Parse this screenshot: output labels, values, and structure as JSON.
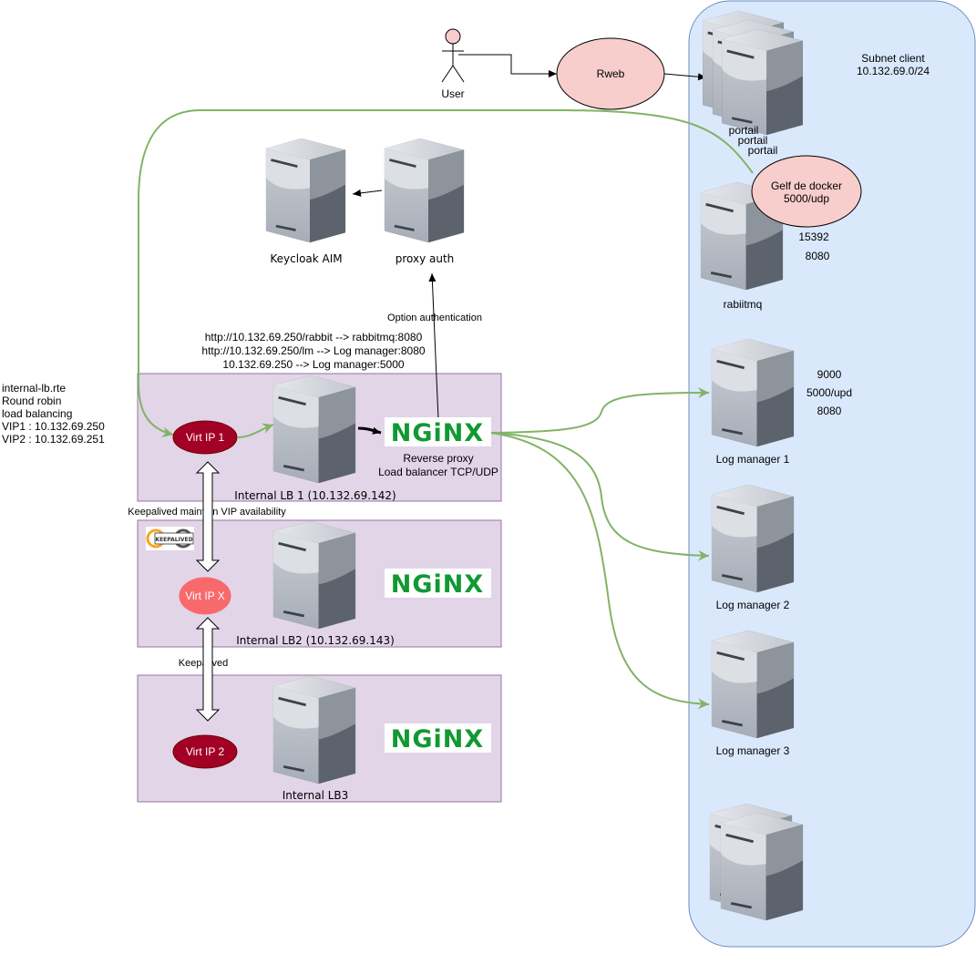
{
  "title": "",
  "user": {
    "label": "User"
  },
  "rweb": {
    "label": "Rweb"
  },
  "subnet": {
    "title": "Subnet client",
    "cidr": "10.132.69.0/24"
  },
  "portail": {
    "labels": [
      "portail",
      "portail",
      "portail"
    ]
  },
  "gelf": {
    "line1": "Gelf de docker",
    "line2": "5000/udp"
  },
  "rabbitmq": {
    "label": "rabiitmq",
    "port1": "15392",
    "port2": "8080"
  },
  "keycloak": {
    "label": "Keycloak AIM"
  },
  "proxy_auth": {
    "label": "proxy auth"
  },
  "option_auth": {
    "label": "Option authentication"
  },
  "routes": [
    "http://10.132.69.250/rabbit --> rabbitmq:8080",
    "http://10.132.69.250/lm --> Log manager:8080",
    "10.132.69.250 --> Log manager:5000"
  ],
  "lb_info": [
    "internal-lb.rte",
    "Round robin",
    "load balancing",
    "VIP1 : 10.132.69.250",
    "VIP2 : 10.132.69.251"
  ],
  "lb1": {
    "label": "Internal LB 1 (10.132.69.142)",
    "vip": "Virt IP 1",
    "nginx": "NGiNX",
    "desc1": "Reverse proxy",
    "desc2": "Load balancer TCP/UDP"
  },
  "lb2": {
    "label": "Internal LB2 (10.132.69.143)",
    "vip": "Virt IP X",
    "nginx": "NGiNX",
    "logo": "KEEPALIVED"
  },
  "lb3": {
    "label": "Internal LB3",
    "vip": "Virt IP 2",
    "nginx": "NGiNX"
  },
  "keepalived_maintain": {
    "label": "Keepalived maintain VIP availability"
  },
  "keepalived": {
    "label": "Keepalived"
  },
  "log_manager_1": {
    "label": "Log manager 1",
    "port1": "9000",
    "port2": "5000/upd",
    "port3": "8080"
  },
  "log_manager_2": {
    "label": "Log manager 2"
  },
  "log_manager_3": {
    "label": "Log manager 3"
  },
  "colors": {
    "subnet_fill": "#dae8fc",
    "subnet_stroke": "#6c8ebf",
    "lb_fill": "#e1d5e7",
    "lb_stroke": "#9673a6",
    "pink_fill": "#f8cecc",
    "vip_dark": "#a20025",
    "vip_light": "#f8696b",
    "green_edge": "#82b366",
    "nginx_green": "#119933"
  }
}
